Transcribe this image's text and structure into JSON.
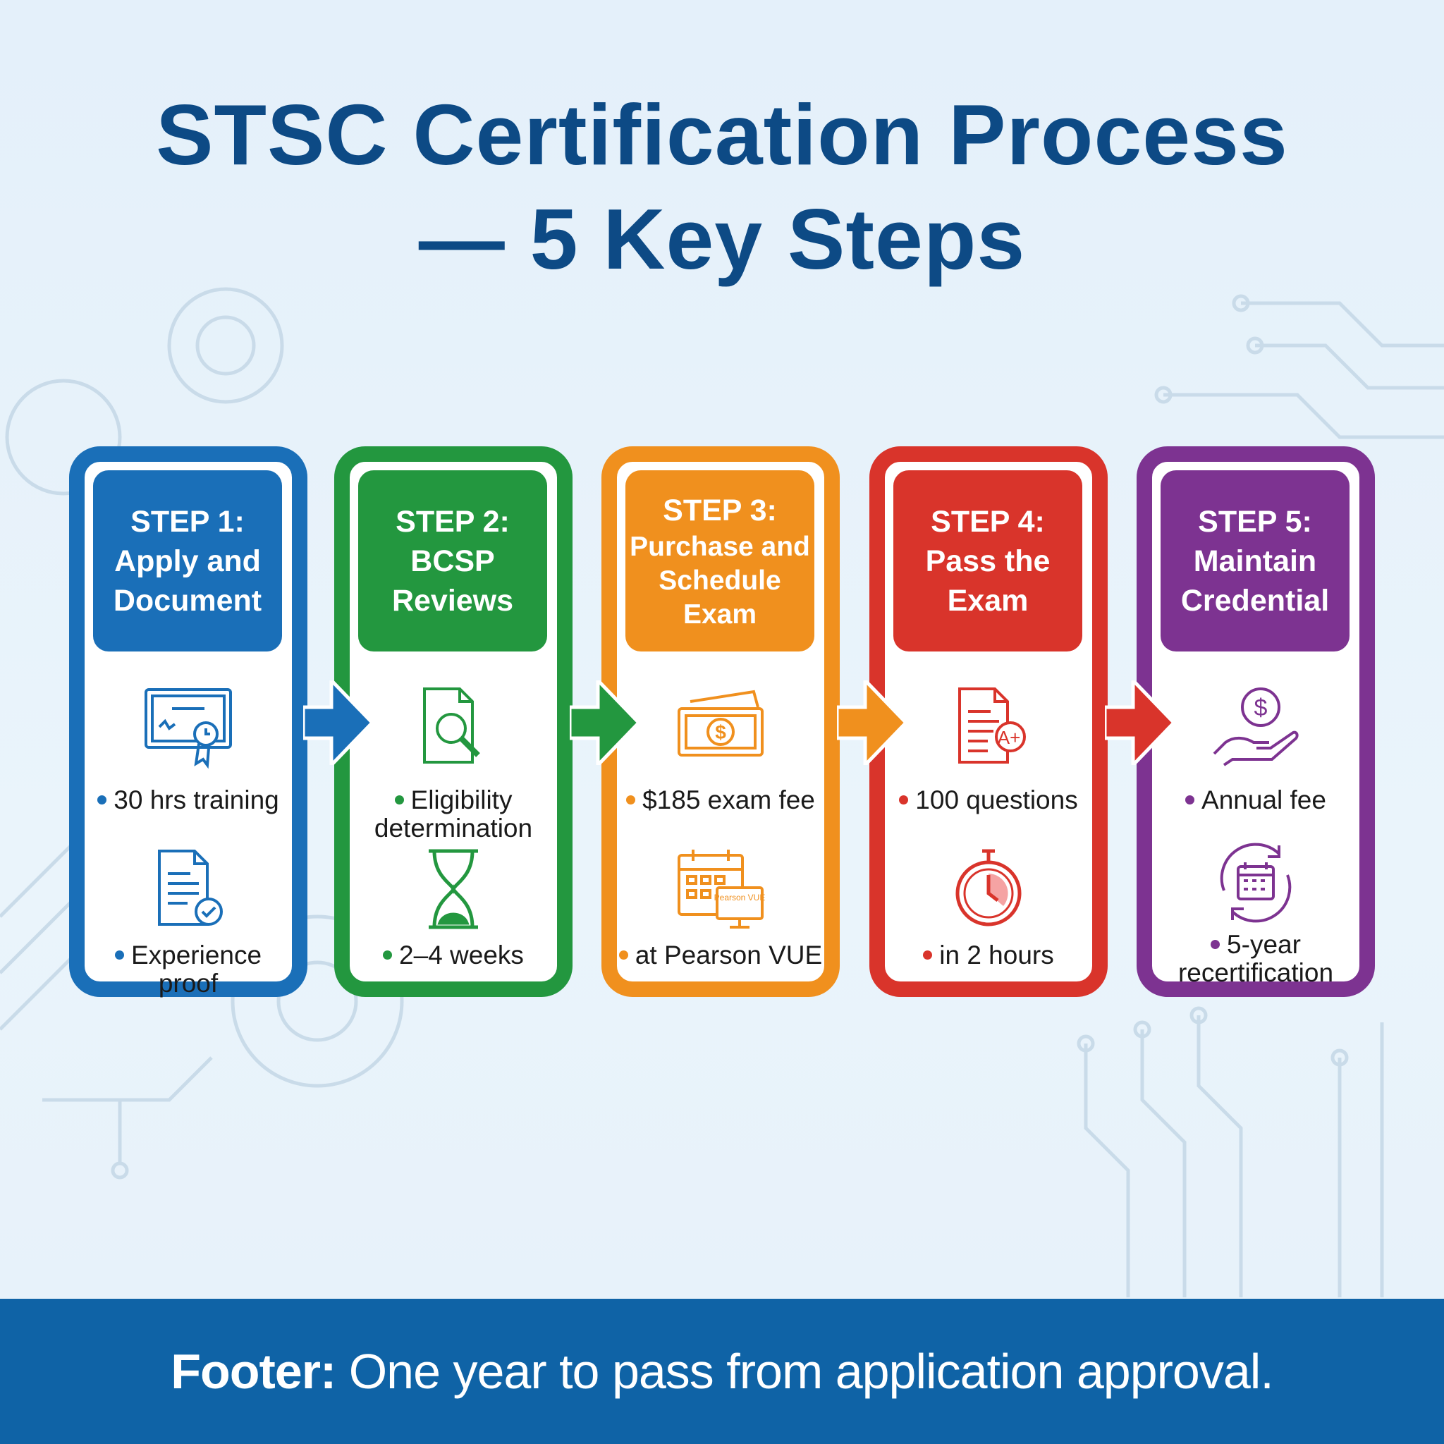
{
  "title": {
    "line1": "STSC Certification Process",
    "line2": "— 5 Key Steps"
  },
  "colors": {
    "title": "#0d4a85",
    "step1": "#1a6fb8",
    "step2": "#23973f",
    "step3": "#f0901e",
    "step4": "#d9342b",
    "step5": "#7d3391",
    "footer_bg": "#0f63a6"
  },
  "steps": [
    {
      "label": "STEP 1:",
      "title": "Apply and Document",
      "bullets": [
        "30 hrs training",
        "Experience proof"
      ],
      "icons": [
        "certificate-icon",
        "document-check-icon"
      ]
    },
    {
      "label": "STEP 2:",
      "title": "BCSP Reviews",
      "bullets": [
        "Eligibility determination",
        "2–4 weeks"
      ],
      "icons": [
        "document-search-icon",
        "hourglass-icon"
      ]
    },
    {
      "label": "STEP 3:",
      "title": "Purchase and Schedule Exam",
      "bullets": [
        "$185 exam fee",
        "at Pearson VUE"
      ],
      "icons": [
        "money-icon",
        "calendar-monitor-icon"
      ],
      "icon_text": "Pearson VUE"
    },
    {
      "label": "STEP 4:",
      "title": "Pass the Exam",
      "bullets": [
        "100 questions",
        "in 2 hours"
      ],
      "icons": [
        "graded-exam-icon",
        "stopwatch-icon"
      ]
    },
    {
      "label": "STEP 5:",
      "title": "Maintain Credential",
      "bullets": [
        "Annual fee",
        "5-year recertification"
      ],
      "icons": [
        "hand-coin-icon",
        "calendar-renew-icon"
      ]
    }
  ],
  "footer": {
    "label": "Footer:",
    "text": "One year to pass from application approval."
  }
}
